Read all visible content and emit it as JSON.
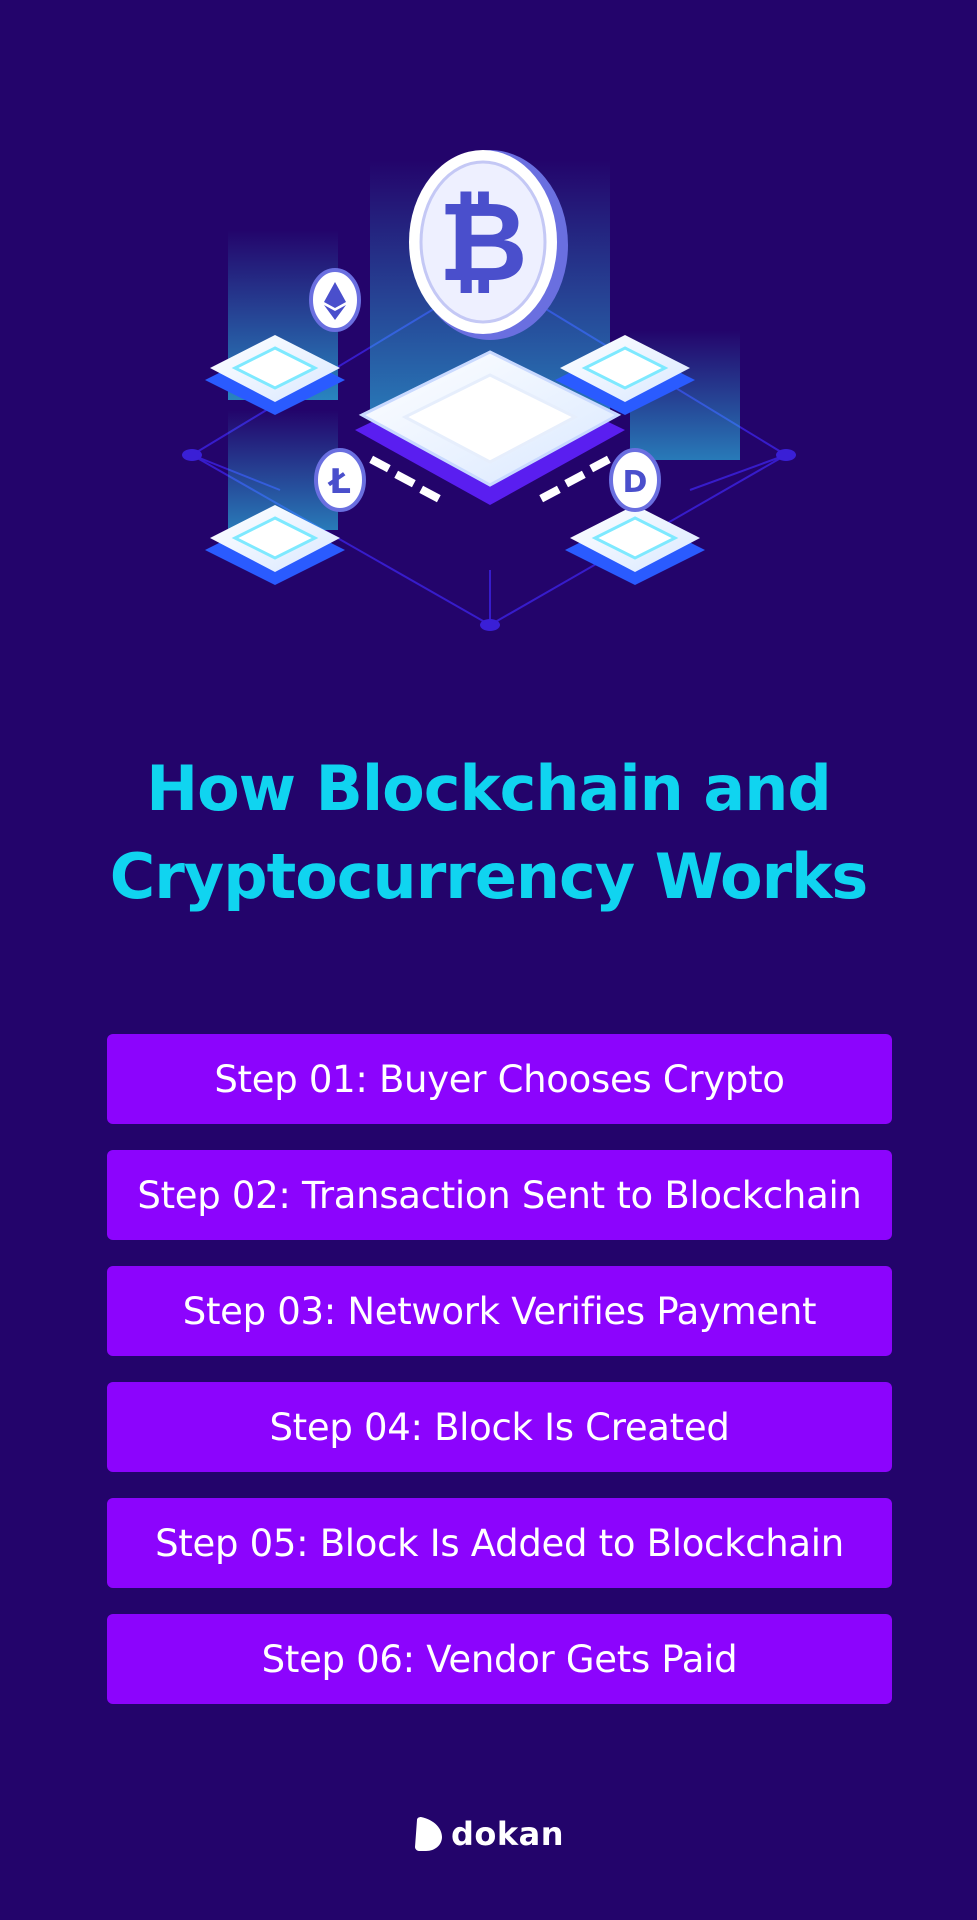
{
  "hero": {
    "illustration": "blockchain-chip-network",
    "coins": [
      "bitcoin-icon",
      "ethereum-icon",
      "litecoin-icon",
      "dash-icon"
    ]
  },
  "title": {
    "line1": "How Blockchain and",
    "line2": "Cryptocurrency Works",
    "color": "#10d4f0"
  },
  "steps": [
    {
      "label": "Step 01: Buyer Chooses Crypto"
    },
    {
      "label": "Step 02: Transaction Sent to Blockchain"
    },
    {
      "label": "Step 03: Network Verifies Payment"
    },
    {
      "label": "Step 04: Block Is Created"
    },
    {
      "label": "Step 05: Block Is Added to Blockchain"
    },
    {
      "label": "Step 06: Vendor Gets Paid"
    }
  ],
  "brand": {
    "name": "dokan",
    "logo_icon": "dokan-logo-icon"
  },
  "colors": {
    "background": "#23046b",
    "step_fill": "#8c04fd",
    "accent": "#10d4f0"
  }
}
